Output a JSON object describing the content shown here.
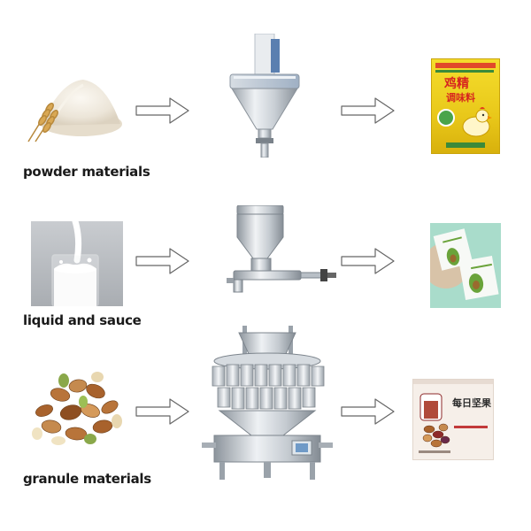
{
  "rows": [
    {
      "id": "powder",
      "label": "powder materials"
    },
    {
      "id": "liquid",
      "label": "liquid and sauce"
    },
    {
      "id": "granule",
      "label": "granule materials"
    }
  ],
  "icons": {
    "arrow": "arrow-right-outline",
    "powder_material": "flour-pile-with-wheat",
    "powder_machine": "auger-powder-filler",
    "powder_product": "seasoning-pouch",
    "liquid_material": "milk-splash-glass",
    "liquid_machine": "piston-paste-filler",
    "liquid_product": "avocado-sachets",
    "granule_material": "mixed-nuts-pile",
    "granule_machine": "multihead-weigher",
    "granule_product": "mixed-nuts-pouch"
  },
  "products": {
    "seasoning_pouch": {
      "title": "鸡精",
      "subtitle": "调味料"
    },
    "nuts_pouch": {
      "title": "每日坚果"
    }
  }
}
